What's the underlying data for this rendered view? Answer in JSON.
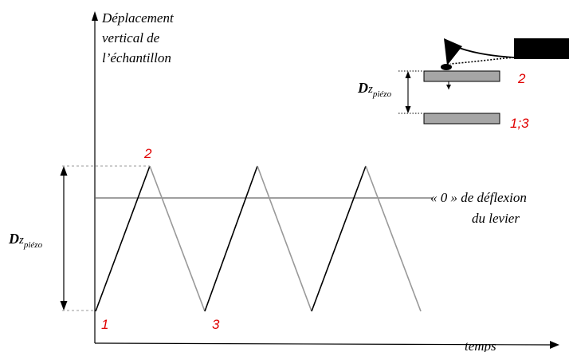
{
  "labels": {
    "y_axis_line1": "Déplacement",
    "y_axis_line2": "vertical de",
    "y_axis_line3": "l’échantillon",
    "x_axis": "temps",
    "zero_line1": "« 0 » de déflexion",
    "zero_line2": "du levier",
    "dz_main": "D",
    "dz_z": "z",
    "dz_sub": "piézo",
    "point_1": "1",
    "point_2": "2",
    "point_3": "3",
    "inset_pos_2": "2",
    "inset_pos_13": "1;3"
  },
  "colors": {
    "axis": "#000000",
    "approach_segment": "#000000",
    "retract_segment": "#999999",
    "zero_line": "#666666",
    "point_labels": "#e00000",
    "sample_fill": "#a6a6a6",
    "cantilever": "#000000"
  }
}
